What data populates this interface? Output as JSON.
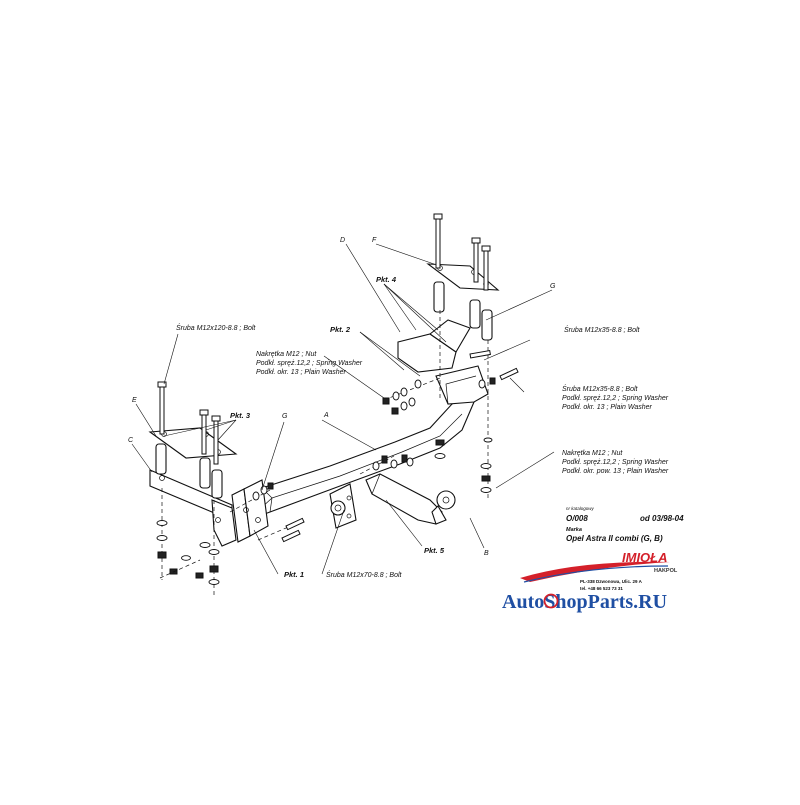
{
  "labels": {
    "A": "A",
    "B": "B",
    "C": "C",
    "D": "D",
    "E": "E",
    "F": "F",
    "G_left": "G",
    "G_right": "G",
    "pkt1": "Pkt. 1",
    "pkt2": "Pkt. 2",
    "pkt3": "Pkt. 3",
    "pkt4": "Pkt. 4",
    "pkt5": "Pkt. 5"
  },
  "callouts": {
    "bolt_120": "Śruba M12x120-8.8 ;  Bolt",
    "bolt_35_top": "Śruba M12x35-8.8 ;  Bolt",
    "nut_block_1": "Nakrętka  M12 ;  Nut",
    "nut_block_2": "Podkł. spręż.12,2 ;  Spring Washer",
    "nut_block_3": "Podkł. okr. 13 ;  Plain Washer",
    "bolt_35_right_1": "Śruba M12x35-8.8 ;  Bolt",
    "bolt_35_right_2": "Podkł. spręż.12,2 ;  Spring Washer",
    "bolt_35_right_3": "Podkł. okr. 13 ;  Plain Washer",
    "nut_right_1": "Nakrętka  M12 ;  Nut",
    "nut_right_2": "Podkł. spręż.12,2 ;  Spring Washer",
    "nut_right_3": "Podkł. okr. pow. 13 ;  Plain Washer",
    "bolt_70": "Śruba M12x70-8.8 ;  Bolt"
  },
  "info": {
    "no_label": "nr katalogowy",
    "model_no": "O/008",
    "date": "od 03/98-04",
    "brand_label": "Marka",
    "vehicle": "Opel Astra II combi (G, B)"
  },
  "logo": {
    "brand": "IMIOŁA",
    "sub": "HAKPOL",
    "address": "PL-338 Dzwonowa, Ulic. 29 A",
    "phone": "tel. +48 66 523 73 31"
  },
  "watermark": "AutoShopParts.RU",
  "colors": {
    "watermark_blue": "#1f4fa3",
    "logo_red": "#d4202a",
    "line": "#111111"
  }
}
